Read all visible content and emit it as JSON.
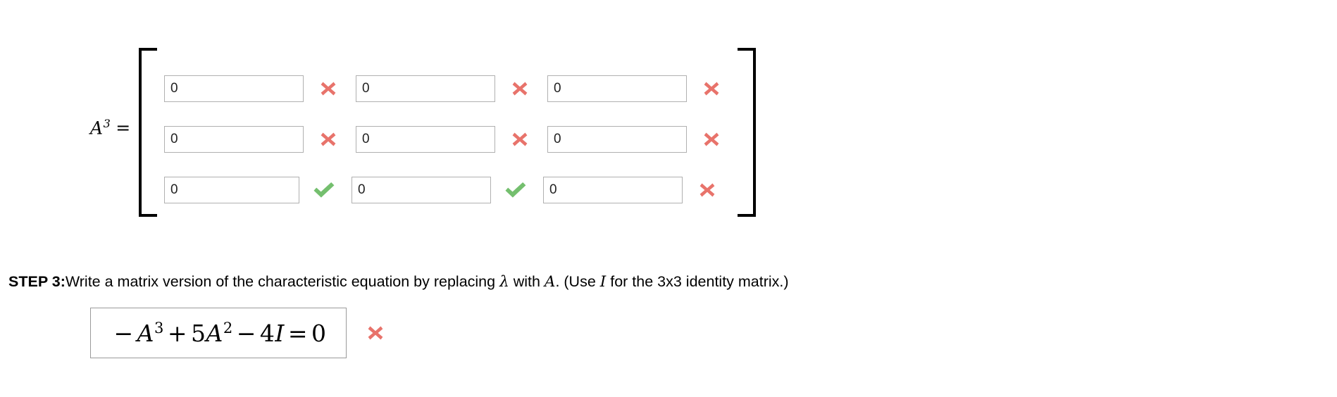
{
  "colors": {
    "incorrect": "#e8736b",
    "correct": "#74bf6e",
    "input_border": "#b0b0b0",
    "box_border": "#9a9a9a",
    "text": "#000000"
  },
  "matrix": {
    "label_base": "A",
    "label_exponent": "3",
    "label_equals": "=",
    "input_placeholder": "",
    "rows": [
      {
        "cells": [
          {
            "value": "0",
            "status": "incorrect",
            "status_icon": "x-icon"
          },
          {
            "value": "0",
            "status": "incorrect",
            "status_icon": "x-icon"
          },
          {
            "value": "0",
            "status": "incorrect",
            "status_icon": "x-icon"
          }
        ]
      },
      {
        "cells": [
          {
            "value": "0",
            "status": "incorrect",
            "status_icon": "x-icon"
          },
          {
            "value": "0",
            "status": "incorrect",
            "status_icon": "x-icon"
          },
          {
            "value": "0",
            "status": "incorrect",
            "status_icon": "x-icon"
          }
        ]
      },
      {
        "cells": [
          {
            "value": "0",
            "status": "correct",
            "status_icon": "check-icon"
          },
          {
            "value": "0",
            "status": "correct",
            "status_icon": "check-icon"
          },
          {
            "value": "0",
            "status": "incorrect",
            "status_icon": "x-icon"
          }
        ]
      }
    ]
  },
  "step3": {
    "label": "STEP 3:",
    "text_part1": "Write a matrix version of the characteristic equation by replacing ",
    "lambda": "λ",
    "text_part2": " with ",
    "var_a": "A",
    "text_part3": ". (Use ",
    "var_i": "I",
    "text_part4": " for the 3x3 identity matrix.)"
  },
  "answer": {
    "equation_text": "−A³ + 5A² − 4I = 0",
    "minus": "−",
    "a1": "A",
    "exp1": "3",
    "plus": "+",
    "five": "5",
    "a2": "A",
    "exp2": "2",
    "minus2": "−",
    "four": "4",
    "identity": "I",
    "equals": "=",
    "zero": "0",
    "status": "incorrect",
    "status_icon": "x-icon"
  }
}
